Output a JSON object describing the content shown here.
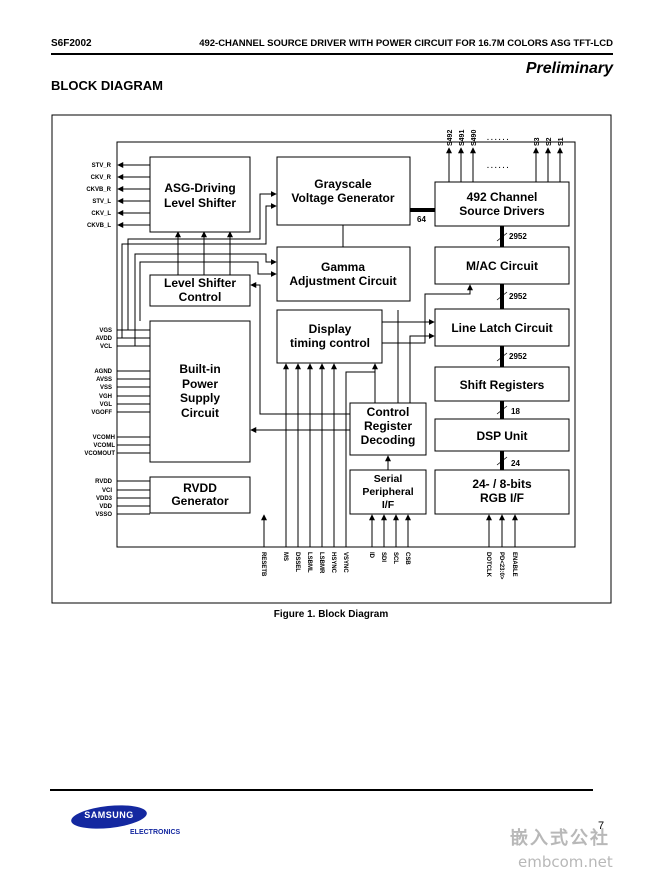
{
  "header": {
    "part_number": "S6F2002",
    "doc_title": "492-CHANNEL SOURCE DRIVER WITH POWER CIRCUIT FOR 16.7M COLORS ASG TFT-LCD",
    "status": "Preliminary",
    "section_title": "BLOCK DIAGRAM"
  },
  "diagram": {
    "blocks": {
      "asg": [
        "ASG-Driving",
        "Level Shifter"
      ],
      "grayscale": [
        "Grayscale",
        "Voltage Generator"
      ],
      "source_drivers": [
        "492 Channel",
        "Source Drivers"
      ],
      "gamma": [
        "Gamma",
        "Adjustment Circuit"
      ],
      "mac": [
        "M/AC Circuit"
      ],
      "level_shifter": [
        "Level Shifter",
        "Control"
      ],
      "display_timing": [
        "Display",
        "timing control"
      ],
      "line_latch": [
        "Line Latch Circuit"
      ],
      "power_supply": [
        "Built-in",
        "Power",
        "Supply",
        "Circuit"
      ],
      "shift_registers": [
        "Shift Registers"
      ],
      "control_register": [
        "Control",
        "Register",
        "Decoding"
      ],
      "dsp": [
        "DSP Unit"
      ],
      "rvdd": [
        "RVDD",
        "Generator"
      ],
      "serial_if": [
        "Serial",
        "Peripheral",
        "I/F"
      ],
      "rgb_if": [
        "24- / 8-bits",
        "RGB I/F"
      ]
    },
    "asg_outputs": [
      "STV_R",
      "CKV_R",
      "CKVB_R",
      "STV_L",
      "CKV_L",
      "CKVB_L"
    ],
    "power_pins_top": [
      "VGS",
      "AVDD",
      "VCL"
    ],
    "power_pins_mid": [
      "AGND",
      "AVSS",
      "VSS",
      "VGH",
      "VGL",
      "VGOFF"
    ],
    "vcom_pins": [
      "VCOMH",
      "VCOML",
      "VCOMOUT"
    ],
    "rvdd_pins": [
      "RVDD",
      "VCI",
      "VDD3",
      "VDD",
      "VSSO"
    ],
    "source_outputs_left": [
      "S492",
      "S491",
      "S490"
    ],
    "source_outputs_right": [
      "S3",
      "S2",
      "S1"
    ],
    "source_dots": ". . . . . .",
    "bottom_pins_control": [
      "RESETB",
      "MS",
      "DSSEL",
      "LSBML",
      "LSBMR",
      "HSYNC",
      "VSYNC"
    ],
    "bottom_pins_serial": [
      "ID",
      "SDI",
      "SCL",
      "CSB"
    ],
    "bottom_pins_rgb": [
      "DOTCLK",
      "PD<23:0>",
      "ENABLE"
    ],
    "bus_widths": {
      "gray_to_src": "64",
      "src_mac": "2952",
      "mac_latch": "2952",
      "latch_shift": "2952",
      "shift_dsp": "18",
      "dsp_rgb": "24"
    }
  },
  "caption": "Figure 1. Block Diagram",
  "footer": {
    "logo_text": "SAMSUNG",
    "logo_sub": "ELECTRONICS",
    "page_number": "7",
    "watermark_cn": "嵌入式公社",
    "watermark_url": "embcom.net"
  }
}
